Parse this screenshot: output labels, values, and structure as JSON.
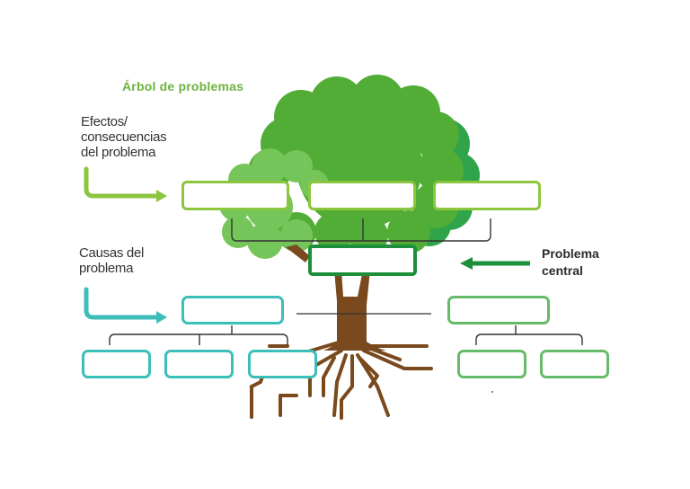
{
  "title": "Árbol de problemas",
  "effects_label": [
    "Efectos/",
    "consecuencias",
    "del problema"
  ],
  "causes_label": [
    "Causas del",
    "problema"
  ],
  "central_label": [
    "Problema",
    "central"
  ],
  "colors": {
    "title": "#6db33f",
    "effects": "#8cc63f",
    "central": "#1d8f3a",
    "causes": "#3bbfb8",
    "right_branch": "#66bb6a",
    "trunk": "#7a4a1e",
    "foliage": "#4caf3a"
  }
}
